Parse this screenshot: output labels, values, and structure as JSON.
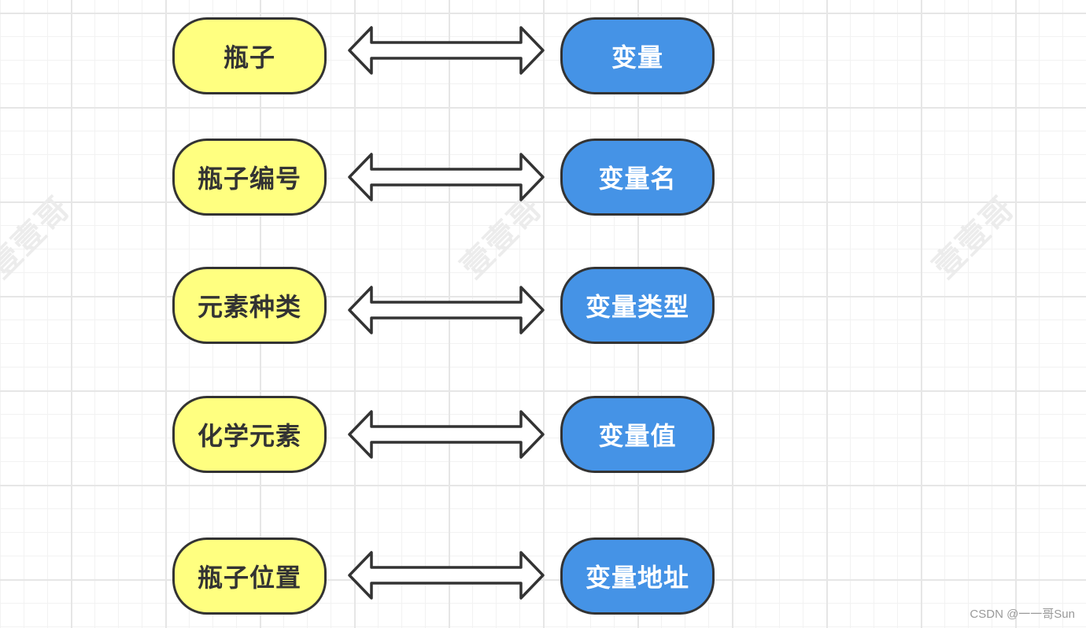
{
  "watermark": "壹壹哥",
  "credit": "CSDN @一一哥Sun",
  "rows": [
    {
      "left": "瓶子",
      "right": "变量"
    },
    {
      "left": "瓶子编号",
      "right": "变量名"
    },
    {
      "left": "元素种类",
      "right": "变量类型"
    },
    {
      "left": "化学元素",
      "right": "变量值"
    },
    {
      "left": "瓶子位置",
      "right": "变量地址"
    }
  ],
  "colors": {
    "left_fill": "#ffff80",
    "right_fill": "#4593e6",
    "stroke": "#333333"
  }
}
